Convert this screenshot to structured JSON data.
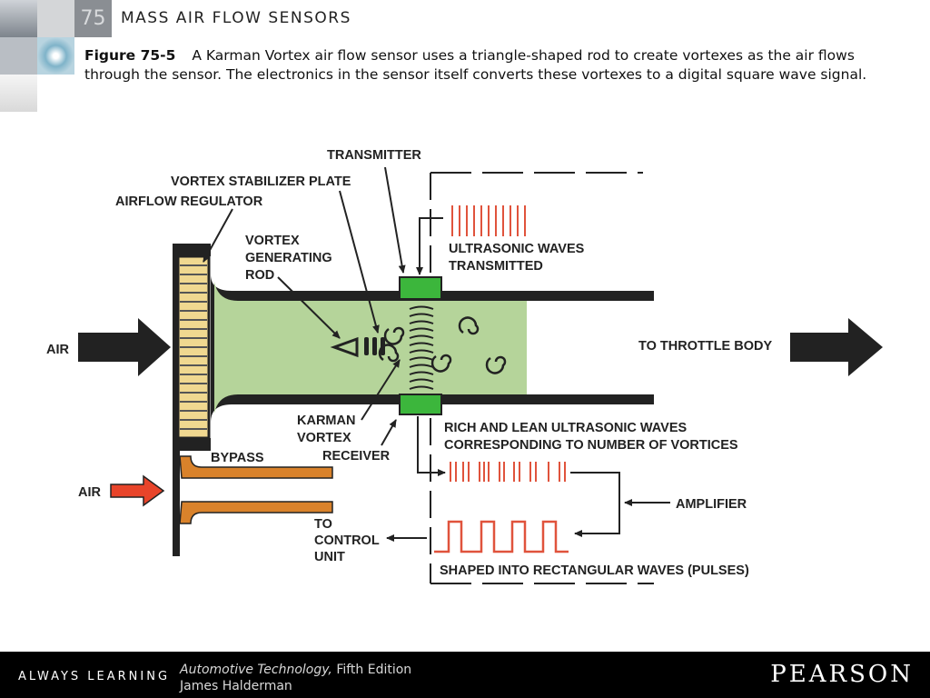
{
  "header": {
    "chapter_number": "75",
    "chapter_title": "MASS AIR FLOW SENSORS"
  },
  "caption": {
    "figure_label": "Figure 75-5",
    "text": "A Karman Vortex air flow sensor uses a triangle-shaped rod to create vortexes as the air flows through the sensor. The electronics in the sensor itself converts these vortexes to a digital square wave signal."
  },
  "diagram": {
    "labels": {
      "transmitter": "TRANSMITTER",
      "vortex_stabilizer": "VORTEX STABILIZER PLATE",
      "airflow_regulator": "AIRFLOW REGULATOR",
      "vortex_rod_1": "VORTEX",
      "vortex_rod_2": "GENERATING",
      "vortex_rod_3": "ROD",
      "ultrasonic_1": "ULTRASONIC WAVES",
      "ultrasonic_2": "TRANSMITTED",
      "air_main": "AIR",
      "throttle": "TO THROTTLE BODY",
      "karman_1": "KARMAN",
      "karman_2": "VORTEX",
      "receiver": "RECEIVER",
      "rich_lean_1": "RICH AND LEAN ULTRASONIC WAVES",
      "rich_lean_2": "CORRESPONDING TO NUMBER OF VORTICES",
      "bypass": "BYPASS",
      "air_bypass": "AIR",
      "amplifier": "AMPLIFIER",
      "control_1": "TO",
      "control_2": "CONTROL",
      "control_3": "UNIT",
      "shaped": "SHAPED INTO RECTANGULAR WAVES (PULSES)"
    },
    "colors": {
      "duct_fill": "#b5d49a",
      "sensor_green": "#3cb63c",
      "wave_red": "#e0533c",
      "bypass_orange": "#d9822b",
      "arrow_red": "#e8442a",
      "regulator": "#f0d890"
    }
  },
  "footer": {
    "tagline": "ALWAYS LEARNING",
    "book_title": "Automotive Technology,",
    "edition": " Fifth Edition",
    "author": "James Halderman",
    "publisher": "PEARSON"
  }
}
